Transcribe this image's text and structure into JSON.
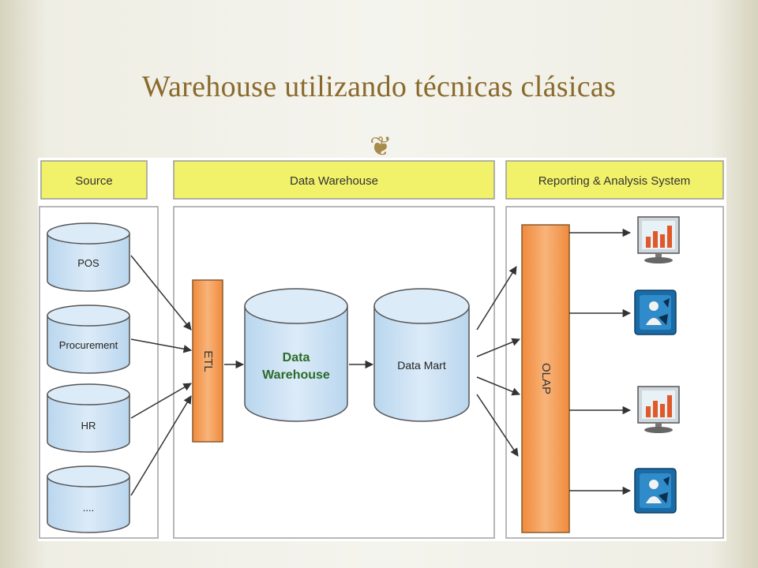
{
  "slide": {
    "title": "Warehouse utilizando técnicas clásicas",
    "bullet_icon": "fleuron-bullet-icon"
  },
  "diagram": {
    "sections": {
      "source": "Source",
      "data_warehouse": "Data Warehouse",
      "reporting": "Reporting & Analysis System"
    },
    "sources": [
      "POS",
      "Procurement",
      "HR",
      "...."
    ],
    "etl": "ETL",
    "warehouse_db": [
      "Data",
      "Warehouse"
    ],
    "data_mart": "Data Mart",
    "olap": "OLAP",
    "outputs": [
      "bar-chart-monitor-icon",
      "user-report-icon",
      "bar-chart-monitor-icon",
      "user-report-icon"
    ],
    "colors": {
      "header_fill": "#f2f26a",
      "cylinder_fill": "#cfe4f6",
      "process_fill": "#f6a35e",
      "warehouse_text": "#2a6a2a"
    }
  }
}
